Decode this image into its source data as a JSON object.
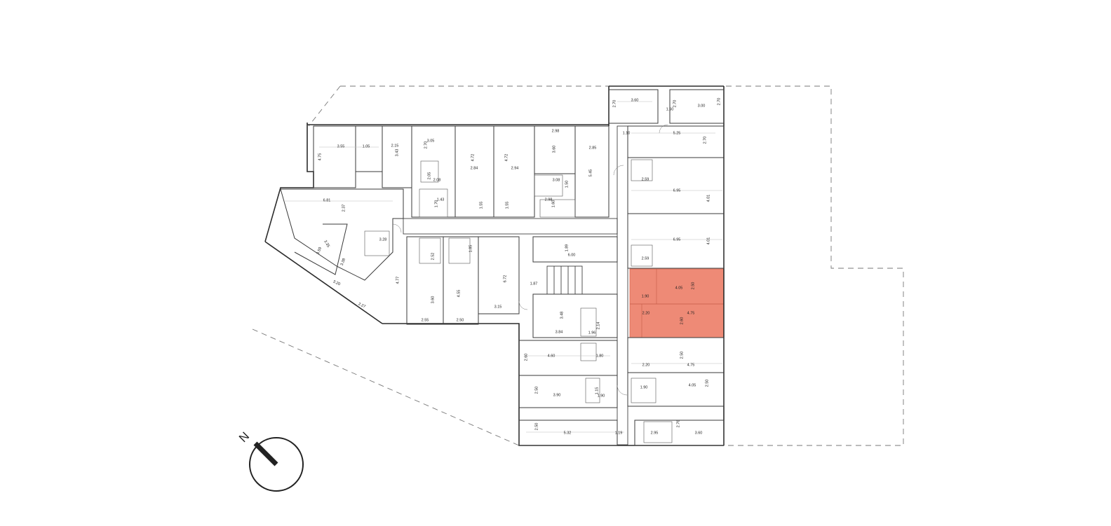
{
  "plan": {
    "highlight_color": "#ee8a76",
    "compass_label": "N",
    "north_icon": "north-arrow-icon",
    "dimensions": [
      "3.60",
      "1.60",
      "2.70",
      "3.00",
      "2.70",
      "2.70",
      "1.10",
      "5.25",
      "2.70",
      "2.98",
      "3.60",
      "2.85",
      "5.45",
      "3.08",
      "1.50",
      "2.98",
      "1.60",
      "3.05",
      "2.70",
      "2.05",
      "2.08",
      "1.43",
      "1.70",
      "4.72",
      "2.84",
      "4.72",
      "2.94",
      "1.55",
      "1.55",
      "3.55",
      "1.05",
      "4.75",
      "2.15",
      "3.43",
      "6.81",
      "2.37",
      "3.28",
      "3.35",
      "3.59",
      "3.38",
      "3.20",
      "2.27",
      "1.85",
      "2.52",
      "4.77",
      "3.60",
      "4.55",
      "2.55",
      "2.50",
      "6.72",
      "3.15",
      "1.89",
      "6.00",
      "1.87",
      "3.48",
      "3.84",
      "2.14",
      "1.96",
      "4.60",
      "1.80",
      "2.60",
      "2.50",
      "3.90",
      "1.15",
      "1.90",
      "2.50",
      "5.32",
      "1.19",
      "2.59",
      "6.95",
      "4.01",
      "6.95",
      "4.01",
      "2.59",
      "4.05",
      "2.50",
      "1.90",
      "2.20",
      "4.75",
      "2.60",
      "2.50",
      "2.20",
      "4.75",
      "4.05",
      "2.50",
      "1.90",
      "2.76",
      "2.95",
      "3.60"
    ]
  }
}
